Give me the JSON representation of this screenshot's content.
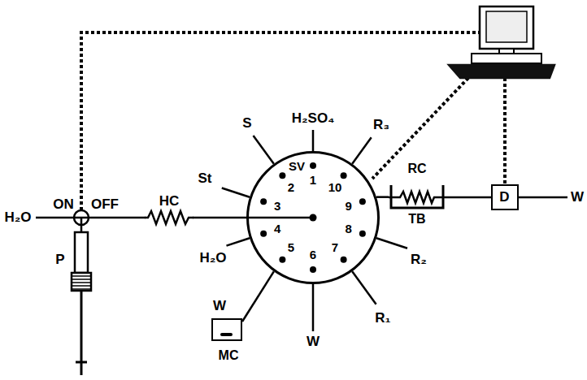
{
  "diagram": {
    "nodes": [
      {
        "text": [
          "SV",
          "1",
          "2",
          "3",
          "4",
          "5",
          "6",
          "7",
          "8",
          "9",
          "10"
        ]
      },
      {
        "text": [
          "RC",
          "TB"
        ]
      },
      {
        "text": [
          "D"
        ]
      },
      {
        "text": [
          "MC"
        ]
      },
      {
        "text": [
          "P"
        ]
      }
    ],
    "edges": [
      {
        "from": 0,
        "to": 1,
        "arrow": "none"
      },
      {
        "from": 1,
        "to": 2,
        "arrow": "none"
      },
      {
        "from": 0,
        "to": 3,
        "arrow": "none"
      },
      {
        "from": 4,
        "to": 0,
        "arrow": "none"
      }
    ],
    "labels": [
      "H₂SO₄",
      "R₃",
      "S",
      "St",
      "ON",
      "OFF",
      "H₂O",
      "HC",
      "H₂O",
      "W",
      "R₁",
      "R₂",
      "W",
      "W"
    ]
  }
}
